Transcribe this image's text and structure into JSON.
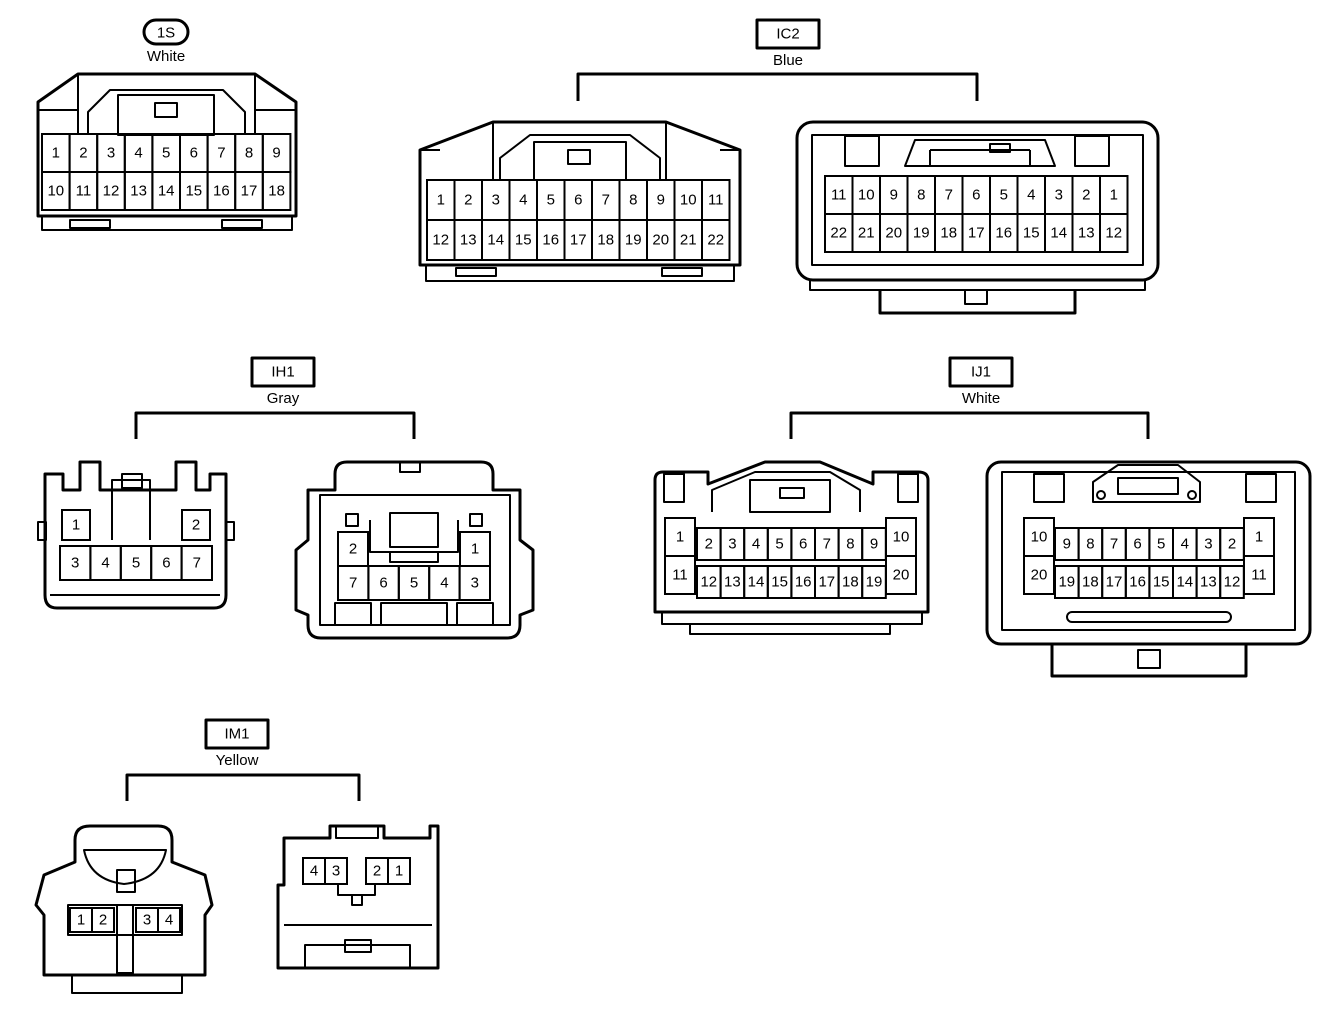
{
  "connectors": {
    "1S": {
      "id": "1S",
      "color": "White"
    },
    "IC2": {
      "id": "IC2",
      "color": "Blue"
    },
    "IH1": {
      "id": "IH1",
      "color": "Gray"
    },
    "IJ1": {
      "id": "IJ1",
      "color": "White"
    },
    "IM1": {
      "id": "IM1",
      "color": "Yellow"
    }
  },
  "pins": {
    "1S": [
      [
        "1",
        "2",
        "3",
        "4",
        "5",
        "6",
        "7",
        "8",
        "9"
      ],
      [
        "10",
        "11",
        "12",
        "13",
        "14",
        "15",
        "16",
        "17",
        "18"
      ]
    ],
    "IC2_a": [
      [
        "1",
        "2",
        "3",
        "4",
        "5",
        "6",
        "7",
        "8",
        "9",
        "10",
        "11"
      ],
      [
        "12",
        "13",
        "14",
        "15",
        "16",
        "17",
        "18",
        "19",
        "20",
        "21",
        "22"
      ]
    ],
    "IC2_b": [
      [
        "11",
        "10",
        "9",
        "8",
        "7",
        "6",
        "5",
        "4",
        "3",
        "2",
        "1"
      ],
      [
        "22",
        "21",
        "20",
        "19",
        "18",
        "17",
        "16",
        "15",
        "14",
        "13",
        "12"
      ]
    ],
    "IH1_a": [
      [
        "1",
        "",
        "",
        "",
        "2"
      ],
      [
        "3",
        "4",
        "5",
        "6",
        "7"
      ]
    ],
    "IH1_b": [
      [
        "2",
        "",
        "",
        "",
        "1"
      ],
      [
        "7",
        "6",
        "5",
        "4",
        "3"
      ]
    ],
    "IJ1_a_top": [
      "2",
      "3",
      "4",
      "5",
      "6",
      "7",
      "8",
      "9"
    ],
    "IJ1_a_bot": [
      "12",
      "13",
      "14",
      "15",
      "16",
      "17",
      "18",
      "19"
    ],
    "IJ1_a_side": [
      "1",
      "11",
      "10",
      "20"
    ],
    "IJ1_b_top": [
      "9",
      "8",
      "7",
      "6",
      "5",
      "4",
      "3",
      "2"
    ],
    "IJ1_b_bot": [
      "19",
      "18",
      "17",
      "16",
      "15",
      "14",
      "13",
      "12"
    ],
    "IJ1_b_side": [
      "10",
      "20",
      "1",
      "11"
    ],
    "IM1_a": [
      "1",
      "2",
      "3",
      "4"
    ],
    "IM1_b": [
      "4",
      "3",
      "2",
      "1"
    ]
  }
}
